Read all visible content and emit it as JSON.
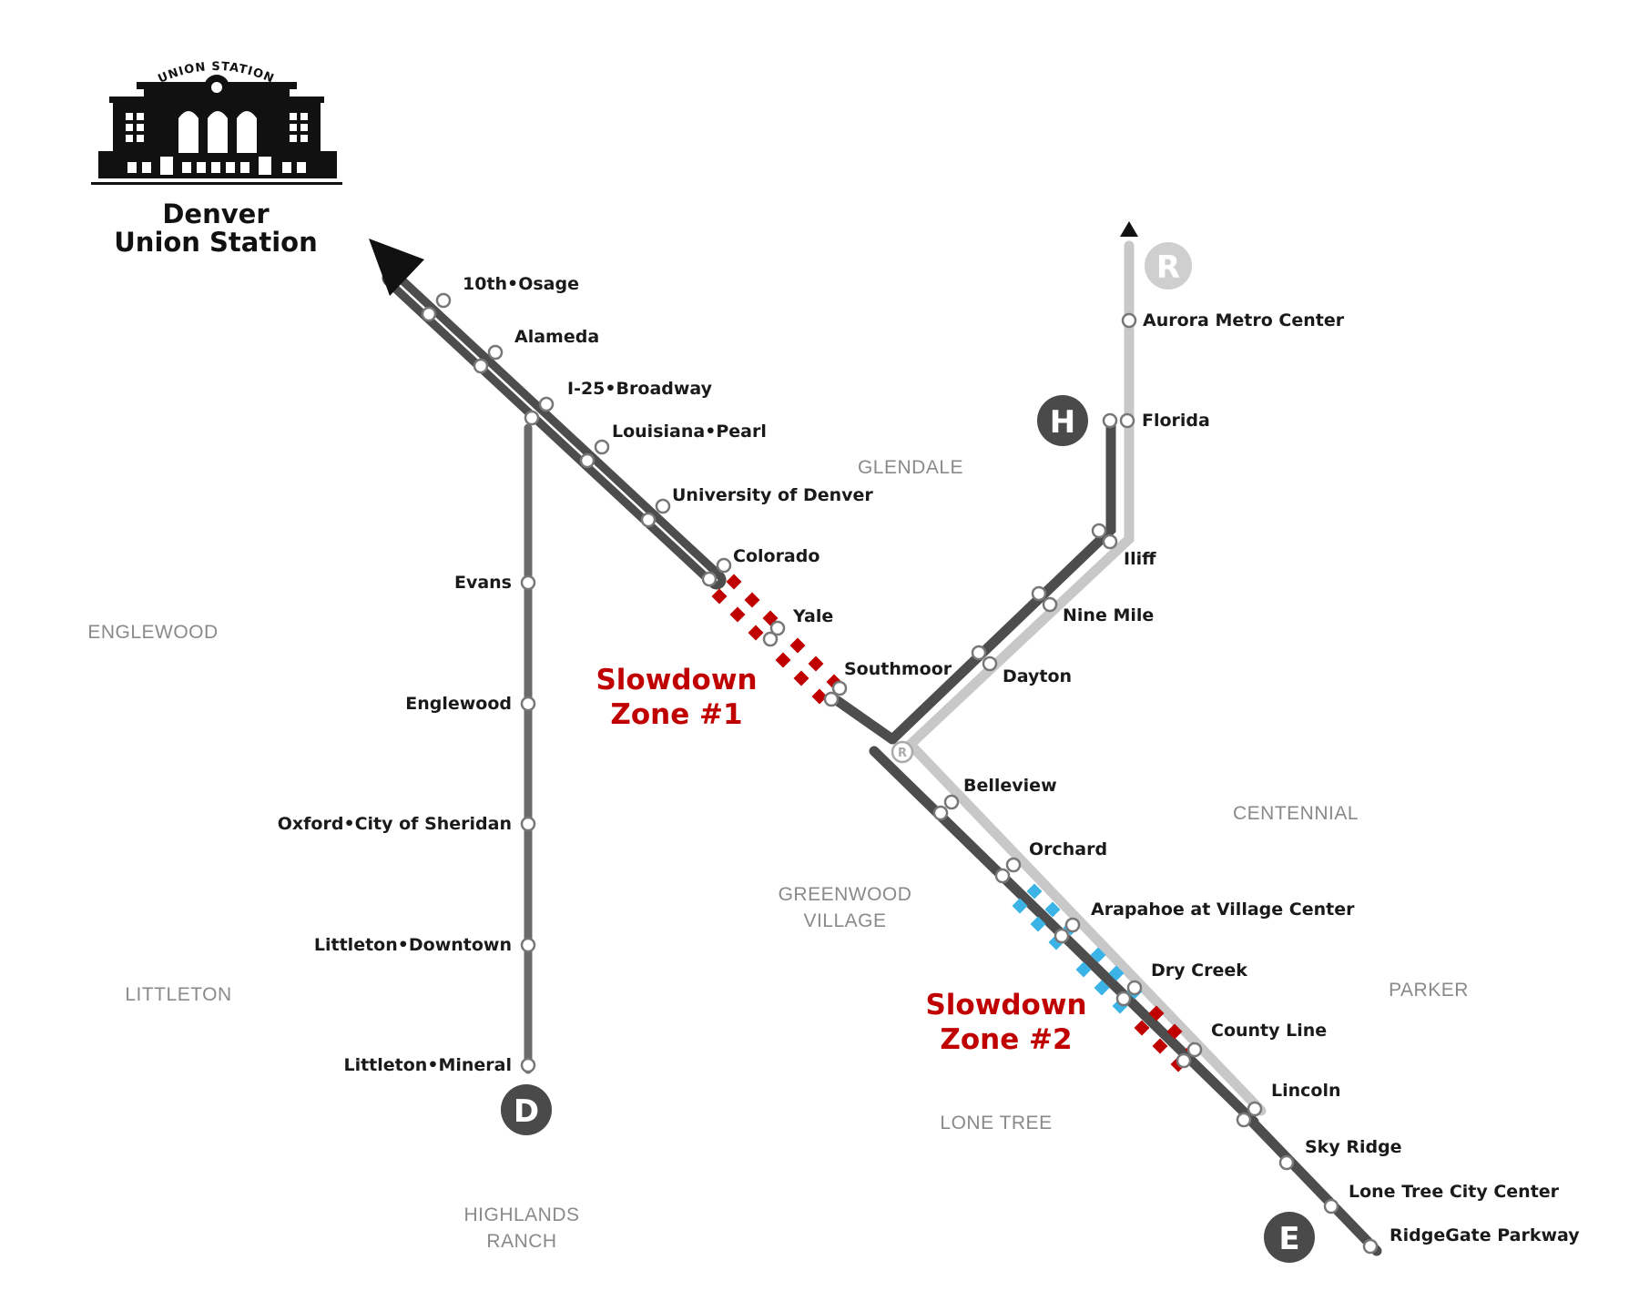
{
  "logo": {
    "arch_text": "UNION STATION",
    "title_line1": "Denver",
    "title_line2": "Union Station"
  },
  "colors": {
    "dark_line": "#4d4d4d",
    "light_line": "#c8c8c8",
    "d_line": "#6a6a6a",
    "zone_red": "#c00000",
    "zone_blue": "#3cb3e6",
    "region_text": "#8a8a8a",
    "badge_dark": "#4a4a4a",
    "badge_light": "#cfcfcf"
  },
  "regions": [
    "GLENDALE",
    "ENGLEWOOD",
    "CENTENNIAL",
    "GREENWOOD",
    "VILLAGE",
    "LITTLETON",
    "PARKER",
    "LONE TREE",
    "HIGHLANDS",
    "RANCH"
  ],
  "route_badges": [
    "R",
    "H",
    "D",
    "E"
  ],
  "junction_badge": "R",
  "stations": {
    "southeast": [
      "10th•Osage",
      "Alameda",
      "I-25•Broadway",
      "Louisiana•Pearl",
      "University of Denver",
      "Colorado",
      "Yale",
      "Southmoor",
      "Belleview",
      "Orchard",
      "Arapahoe at Village Center",
      "Dry Creek",
      "County Line",
      "Lincoln",
      "Sky Ridge",
      "Lone Tree City Center",
      "RidgeGate Parkway"
    ],
    "d_line": [
      "Evans",
      "Englewood",
      "Oxford•City of Sheridan",
      "Littleton•Downtown",
      "Littleton•Mineral"
    ],
    "r_h_branch": [
      "Dayton",
      "Nine Mile",
      "Iliff",
      "Florida",
      "Aurora Metro Center"
    ]
  },
  "zones": [
    {
      "line1": "Slowdown",
      "line2": "Zone #1"
    },
    {
      "line1": "Slowdown",
      "line2": "Zone #2"
    }
  ]
}
